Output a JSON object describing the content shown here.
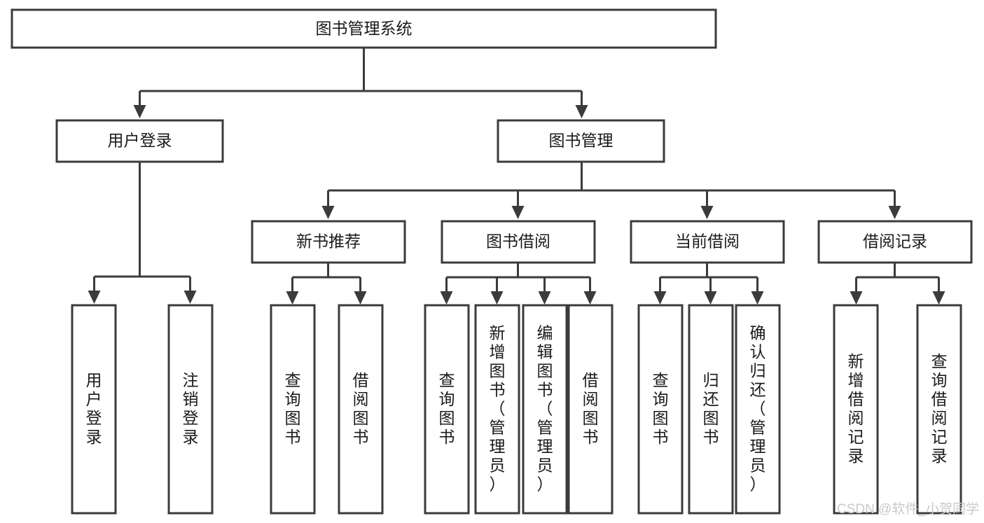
{
  "diagram": {
    "title": "图书管理系统",
    "type": "tree",
    "root": {
      "id": "root",
      "label": "图书管理系统",
      "orientation": "horizontal"
    },
    "level1": [
      {
        "id": "user-login",
        "label": "用户登录",
        "orientation": "horizontal"
      },
      {
        "id": "book-management",
        "label": "图书管理",
        "orientation": "horizontal"
      }
    ],
    "level2": [
      {
        "id": "new-book-recommend",
        "label": "新书推荐",
        "orientation": "horizontal",
        "parent": "book-management"
      },
      {
        "id": "book-borrow",
        "label": "图书借阅",
        "orientation": "horizontal",
        "parent": "book-management"
      },
      {
        "id": "current-borrow",
        "label": "当前借阅",
        "orientation": "horizontal",
        "parent": "book-management"
      },
      {
        "id": "borrow-record",
        "label": "借阅记录",
        "orientation": "horizontal",
        "parent": "book-management"
      }
    ],
    "leaves": [
      {
        "id": "leaf-user-login",
        "label": "用户登录",
        "orientation": "vertical",
        "parent": "user-login"
      },
      {
        "id": "leaf-logout-login",
        "label": "注销登录",
        "orientation": "vertical",
        "parent": "user-login"
      },
      {
        "id": "leaf-query-book-1",
        "label": "查询图书",
        "orientation": "vertical",
        "parent": "new-book-recommend"
      },
      {
        "id": "leaf-borrow-book-1",
        "label": "借阅图书",
        "orientation": "vertical",
        "parent": "new-book-recommend"
      },
      {
        "id": "leaf-query-book-2",
        "label": "查询图书",
        "orientation": "vertical",
        "parent": "book-borrow"
      },
      {
        "id": "leaf-add-book",
        "label": "新增图书（管理员）",
        "orientation": "vertical",
        "parent": "book-borrow"
      },
      {
        "id": "leaf-edit-book",
        "label": "编辑图书（管理员）",
        "orientation": "vertical",
        "parent": "book-borrow"
      },
      {
        "id": "leaf-borrow-book-2",
        "label": "借阅图书",
        "orientation": "vertical",
        "parent": "book-borrow"
      },
      {
        "id": "leaf-query-book-3",
        "label": "查询图书",
        "orientation": "vertical",
        "parent": "current-borrow"
      },
      {
        "id": "leaf-return-book",
        "label": "归还图书",
        "orientation": "vertical",
        "parent": "current-borrow"
      },
      {
        "id": "leaf-confirm-return",
        "label": "确认归还（管理员）",
        "orientation": "vertical",
        "parent": "current-borrow"
      },
      {
        "id": "leaf-add-borrow-record",
        "label": "新增借阅记录",
        "orientation": "vertical",
        "parent": "borrow-record"
      },
      {
        "id": "leaf-query-borrow-record",
        "label": "查询借阅记录",
        "orientation": "vertical",
        "parent": "borrow-record"
      }
    ]
  },
  "watermark": {
    "text": "CSDN @软件_小贺同学"
  },
  "colors": {
    "stroke": "#3b3b3b",
    "fill": "#ffffff",
    "text": "#1a1a1a",
    "watermark": "#c9c9c9"
  }
}
